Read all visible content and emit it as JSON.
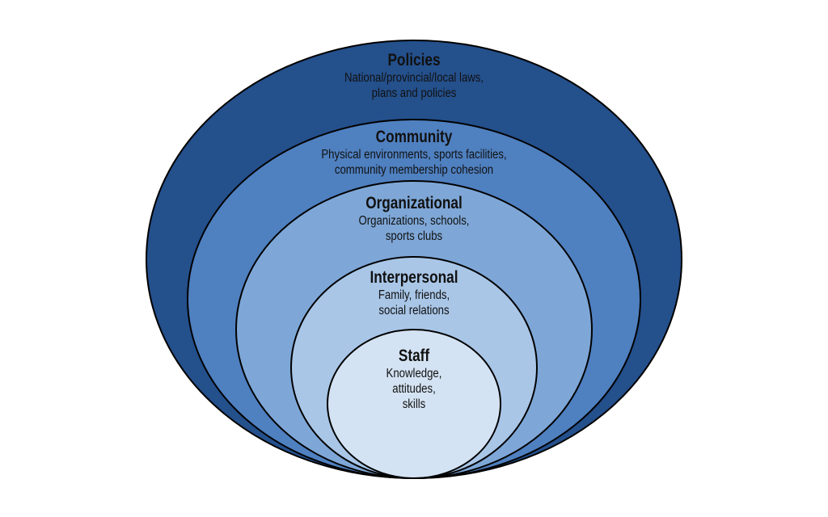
{
  "layers": [
    {
      "title": "Policies",
      "lines": [
        "National/provincial/local laws,",
        "plans and policies"
      ],
      "color": "#24508c"
    },
    {
      "title": "Community",
      "lines": [
        "Physical environments, sports facilities,",
        "community membership cohesion"
      ],
      "color": "#4f80c0"
    },
    {
      "title": "Organizational",
      "lines": [
        "Organizations, schools,",
        "sports clubs"
      ],
      "color": "#7ea7d7"
    },
    {
      "title": "Interpersonal",
      "lines": [
        "Family, friends,",
        "social relations"
      ],
      "color": "#a9c6e7"
    },
    {
      "title": "Staff",
      "lines": [
        "Knowledge,",
        "attitudes,",
        "skills"
      ],
      "color": "#d4e3f3"
    }
  ]
}
